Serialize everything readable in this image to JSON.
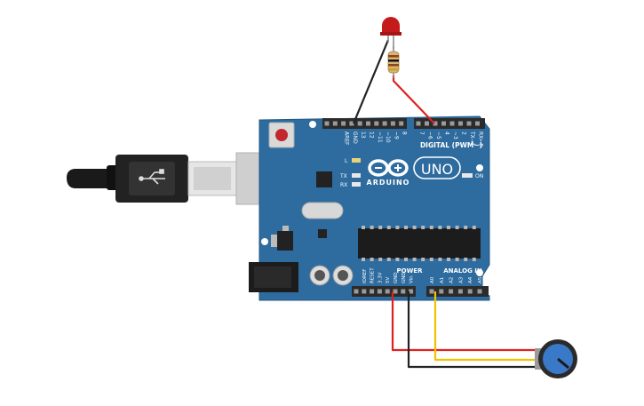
{
  "board": {
    "brand": "ARDUINO",
    "model": "UNO",
    "digital_header": "DIGITAL (PWM~)",
    "power_header": "POWER",
    "analog_header": "ANALOG IN",
    "led_l": "L",
    "led_tx": "TX",
    "led_rx": "RX",
    "led_on": "ON",
    "top_pins": [
      "AREF",
      "GND",
      "13",
      "12",
      "~11",
      "~10",
      "~9",
      "8",
      "7",
      "~6",
      "~5",
      "4",
      "~3",
      "2",
      "TX→1",
      "RX←0"
    ],
    "power_pins": [
      "IOREF",
      "RESET",
      "3.3V",
      "5V",
      "GND",
      "GND",
      "Vin"
    ],
    "analog_pins": [
      "A0",
      "A1",
      "A2",
      "A3",
      "A4",
      "A5"
    ]
  },
  "components": {
    "led": "red LED",
    "resistor": "resistor",
    "potentiometer": "potentiometer",
    "usb": "USB cable"
  },
  "colors": {
    "board": "#2e6b9e",
    "wire_red": "#e02020",
    "wire_black": "#222222",
    "wire_yellow": "#f2c200",
    "led": "#c41a1a",
    "pot": "#3a78c8"
  }
}
